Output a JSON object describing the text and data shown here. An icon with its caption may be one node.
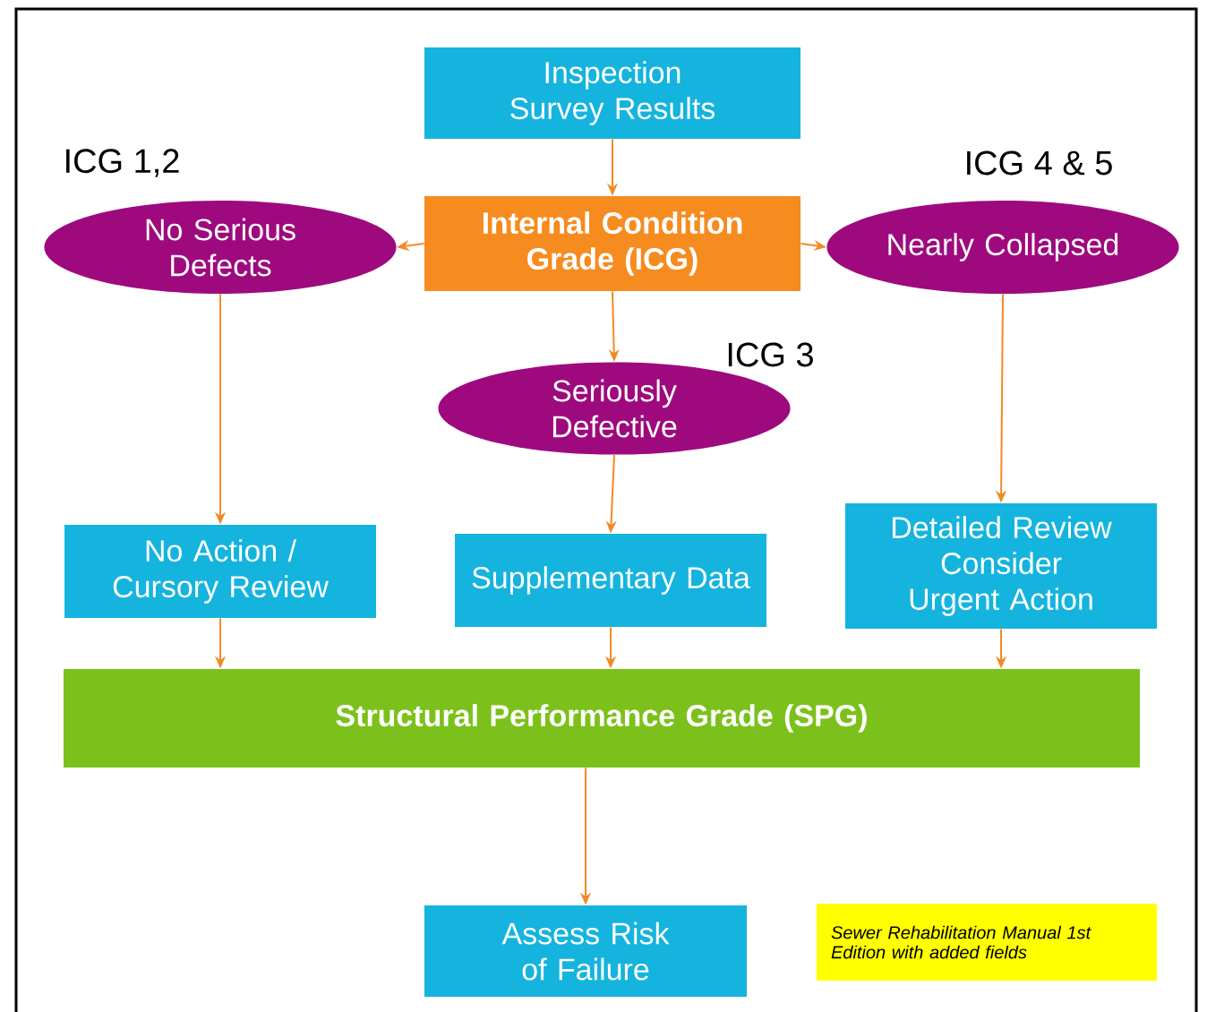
{
  "diagram": {
    "nodes": [
      {
        "text": [
          "Inspection Survey Results"
        ]
      },
      {
        "text": [
          "Internal Condition Grade (ICG)"
        ]
      },
      {
        "text": [
          "No Serious Defects"
        ],
        "beside": [
          "ICG 1,2"
        ]
      },
      {
        "text": [
          "Nearly Collapsed"
        ],
        "beside": [
          "ICG 4 & 5"
        ]
      },
      {
        "text": [
          "Seriously Defective"
        ],
        "beside": [
          "ICG 3"
        ]
      },
      {
        "text": [
          "No Action / Cursory Review"
        ]
      },
      {
        "text": [
          "Supplementary Data"
        ]
      },
      {
        "text": [
          "Detailed Review Consider Urgent Action"
        ]
      },
      {
        "text": [
          "Structural Performance Grade (SPG)"
        ]
      },
      {
        "text": [
          "Assess Risk of Failure"
        ]
      },
      {
        "text": [
          "Sewer Rehabilitation Manual 1st Edition with added fields"
        ]
      }
    ],
    "edges": [
      {
        "from": 0,
        "to": 1,
        "arrow": "to"
      },
      {
        "from": 1,
        "to": 2,
        "arrow": "to"
      },
      {
        "from": 1,
        "to": 3,
        "arrow": "to"
      },
      {
        "from": 1,
        "to": 4,
        "arrow": "to"
      },
      {
        "from": 2,
        "to": 5,
        "arrow": "to"
      },
      {
        "from": 4,
        "to": 6,
        "arrow": "to"
      },
      {
        "from": 3,
        "to": 7,
        "arrow": "to"
      },
      {
        "from": 5,
        "to": 8,
        "arrow": "to"
      },
      {
        "from": 6,
        "to": 8,
        "arrow": "to"
      },
      {
        "from": 7,
        "to": 8,
        "arrow": "to"
      },
      {
        "from": 8,
        "to": 9,
        "arrow": "to"
      }
    ]
  }
}
